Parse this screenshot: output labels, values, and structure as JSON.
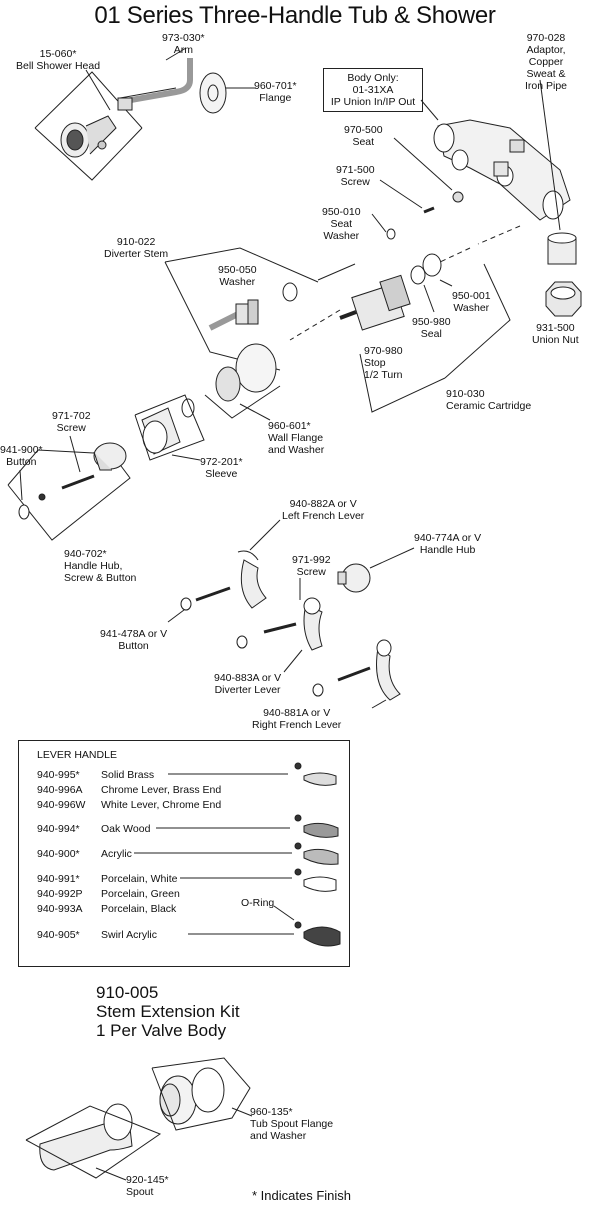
{
  "title": "01 Series Three-Handle Tub & Shower",
  "labels": {
    "shower_head": "15-060*\nBell Shower Head",
    "arm": "973-030*\nArm",
    "flange": "960-701*\nFlange",
    "body_only": "Body Only:\n01-31XA\nIP Union In/IP Out",
    "adaptor": "970-028\nAdaptor,\nCopper\nSweat &\nIron Pipe",
    "seat": "970-500\nSeat",
    "screw_971500": "971-500\nScrew",
    "seat_washer": "950-010\nSeat\nWasher",
    "diverter_stem": "910-022\nDiverter Stem",
    "washer_950050": "950-050\nWasher",
    "washer_950001": "950-001\nWasher",
    "seal": "950-980\nSeal",
    "union_nut": "931-500\nUnion Nut",
    "stop": "970-980\nStop\n1/2 Turn",
    "cartridge": "910-030\nCeramic Cartridge",
    "screw_971702": "971-702\nScrew",
    "button_941900": "941-900*\nButton",
    "wall_flange": "960-601*\nWall Flange\nand Washer",
    "sleeve": "972-201*\nSleeve",
    "handle_hub_kit": "940-702*\nHandle Hub,\nScrew & Button",
    "left_french_lever": "940-882A or V\nLeft French Lever",
    "handle_hub": "940-774A or V\nHandle Hub",
    "screw_971992": "971-992\nScrew",
    "button_941478": "941-478A or V\nButton",
    "diverter_lever": "940-883A or V\nDiverter Lever",
    "right_french_lever": "940-881A or V\nRight French Lever"
  },
  "lever_handle": {
    "heading": "LEVER HANDLE",
    "rows": [
      {
        "code": "940-995*",
        "desc": "Solid Brass"
      },
      {
        "code": "940-996A",
        "desc": "Chrome Lever, Brass End"
      },
      {
        "code": "940-996W",
        "desc": "White Lever, Chrome End"
      },
      {
        "code": "940-994*",
        "desc": "Oak Wood"
      },
      {
        "code": "940-900*",
        "desc": "Acrylic"
      },
      {
        "code": "940-991*",
        "desc": "Porcelain, White"
      },
      {
        "code": "940-992P",
        "desc": "Porcelain, Green"
      },
      {
        "code": "940-993A",
        "desc": "Porcelain, Black"
      },
      {
        "code": "940-905*",
        "desc": "Swirl Acrylic"
      }
    ],
    "oring_label": "O-Ring"
  },
  "kit": {
    "code": "910-005",
    "line1": "Stem Extension Kit",
    "line2": "1 Per Valve Body"
  },
  "spout_labels": {
    "spout_flange": "960-135*\nTub Spout Flange\nand Washer",
    "spout": "920-145*\nSpout"
  },
  "finish_note": "* Indicates Finish"
}
